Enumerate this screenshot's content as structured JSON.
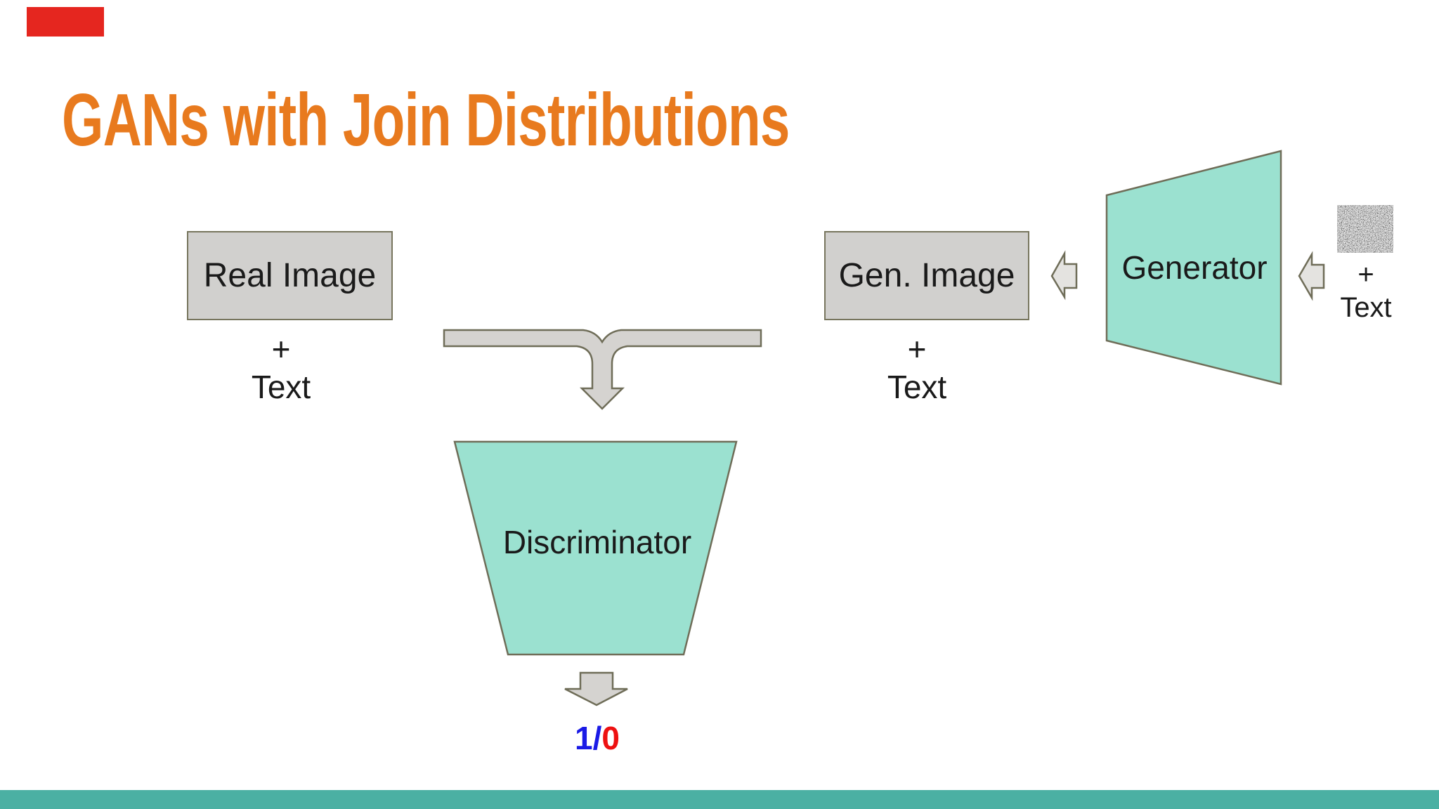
{
  "slide": {
    "title": "GANs with Join Distributions"
  },
  "nodes": {
    "real_image": {
      "label": "Real Image"
    },
    "gen_image": {
      "label": "Gen. Image"
    },
    "generator": {
      "label": "Generator"
    },
    "discriminator": {
      "label": "Discriminator"
    },
    "noise_input": {
      "icon": "noise-image"
    }
  },
  "captions": {
    "real": {
      "plus": "+",
      "text": "Text"
    },
    "gen": {
      "plus": "+",
      "text": "Text"
    },
    "noise": {
      "plus": "+",
      "text": "Text"
    }
  },
  "output": {
    "one": "1",
    "slash": "/",
    "zero": "0",
    "one_color": "#1A1AE6",
    "zero_color": "#EE1111"
  },
  "palette": {
    "title_orange": "#E87A1E",
    "record_red": "#E5261F",
    "footer_teal": "#4BB0A3",
    "box_gray_fill": "#D1D0CE",
    "connector_gray_fill": "#D5D3D0",
    "small_arrow_fill": "#E4E3E0",
    "shape_border_olive": "#6F6D58",
    "trapezoid_mint_fill": "#9BE1D0",
    "text_black": "#1A1A1A",
    "background": "#FFFFFF"
  }
}
